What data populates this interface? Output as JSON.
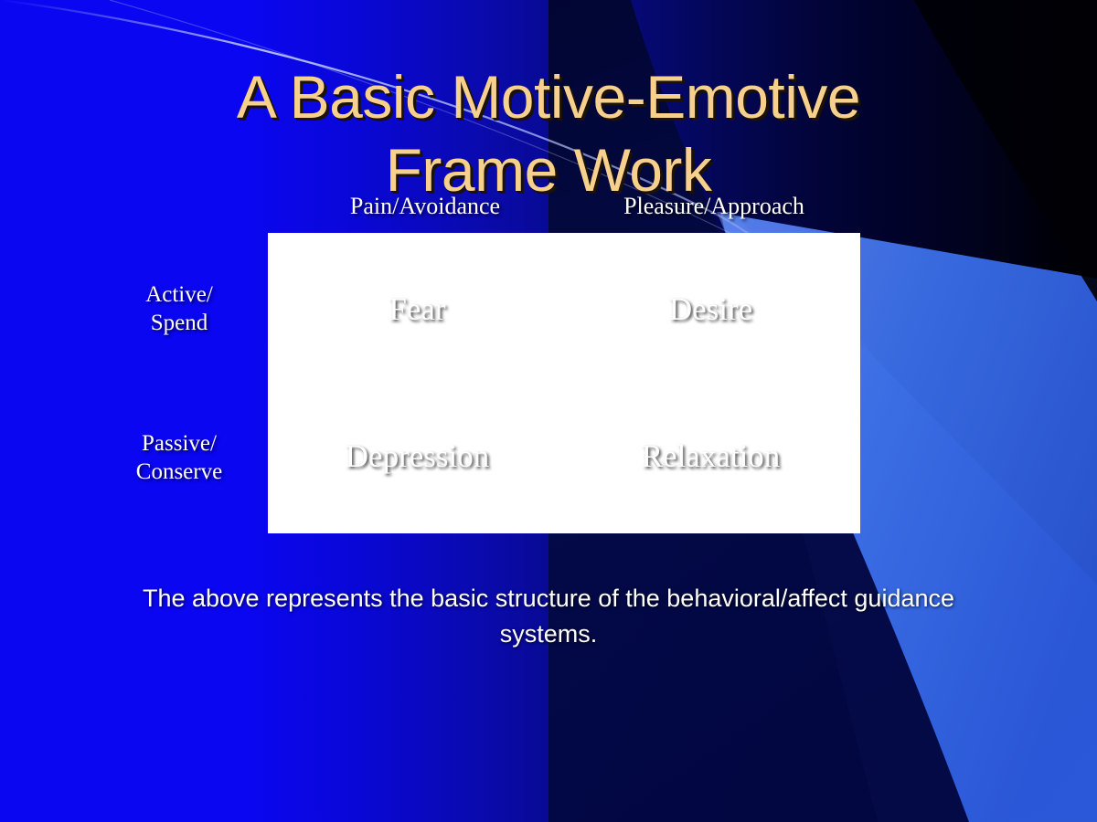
{
  "slide": {
    "title": "A Basic Motive-Emotive\nFrame Work",
    "caption": "The above represents the basic structure of the behavioral/affect guidance systems."
  },
  "matrix": {
    "column_headers": [
      "Pain/Avoidance",
      "Pleasure/Approach"
    ],
    "row_headers": [
      "Active/\nSpend",
      "Passive/\nConserve"
    ],
    "cells": [
      [
        "Fear",
        "Desire"
      ],
      [
        "Depression",
        "Relaxation"
      ]
    ]
  },
  "colors": {
    "title_gold": "#f6d08c",
    "text_white": "#ffffff",
    "border_white": "#ffffff",
    "bg_blue_left": "#0a06f2",
    "bg_navy_mid": "#070a84",
    "bg_black_right": "#000004",
    "swoosh_bright": "#3b6fe8",
    "swoosh_mid": "#3d62c4",
    "swoosh_dark": "#03052e"
  }
}
